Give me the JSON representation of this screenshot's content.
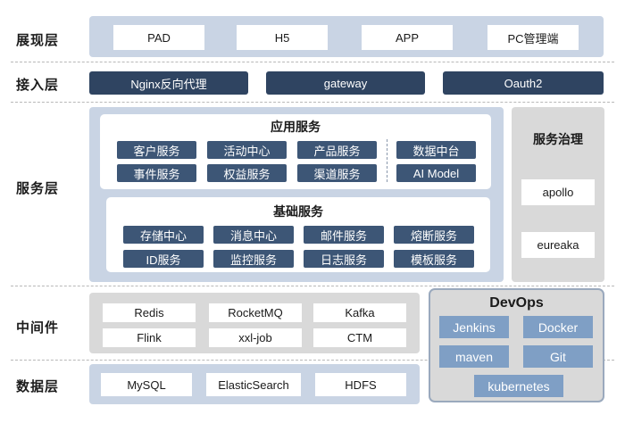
{
  "layers": {
    "presentation": "展现层",
    "access": "接入层",
    "service": "服务层",
    "middleware": "中间件",
    "data": "数据层"
  },
  "presentation_items": [
    "PAD",
    "H5",
    "APP",
    "PC管理端"
  ],
  "access_items": [
    "Nginx反向代理",
    "gateway",
    "Oauth2"
  ],
  "app_services": {
    "title": "应用服务",
    "items": [
      "客户服务",
      "活动中心",
      "产品服务",
      "数据中台",
      "事件服务",
      "权益服务",
      "渠道服务",
      "AI Model"
    ]
  },
  "base_services": {
    "title": "基础服务",
    "items": [
      "存储中心",
      "消息中心",
      "邮件服务",
      "熔断服务",
      "ID服务",
      "监控服务",
      "日志服务",
      "模板服务"
    ]
  },
  "governance": {
    "title": "服务治理",
    "items": [
      "apollo",
      "eureaka"
    ]
  },
  "middleware_items": [
    "Redis",
    "RocketMQ",
    "Kafka",
    "Flink",
    "xxl-job",
    "CTM"
  ],
  "devops": {
    "title": "DevOps",
    "items": [
      "Jenkins",
      "Docker",
      "maven",
      "Git",
      "kubernetes"
    ]
  },
  "data_items": [
    "MySQL",
    "ElasticSearch",
    "HDFS"
  ],
  "colors": {
    "panel_blue": "#c9d4e4",
    "panel_gray": "#d9d9d9",
    "navy": "#2f4461",
    "service_box": "#3d5676",
    "devops_box": "#7f9fc5"
  }
}
